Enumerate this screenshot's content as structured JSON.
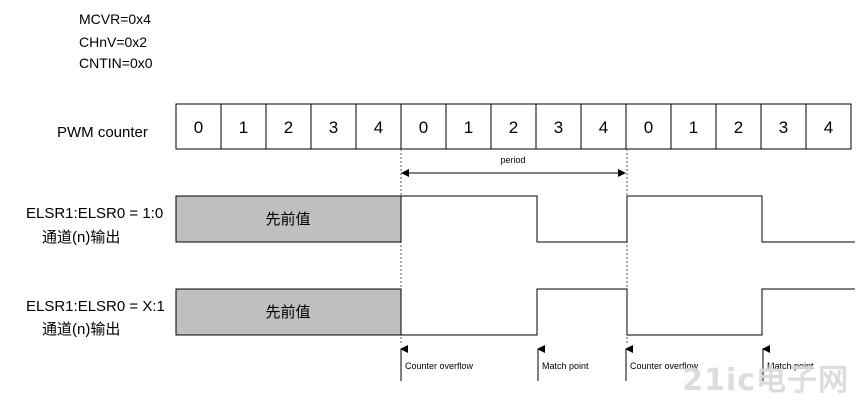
{
  "params": [
    "MCVR=0x4",
    "CHnV=0x2",
    "CNTIN=0x0"
  ],
  "pwm_counter": {
    "label": "PWM counter",
    "values": [
      "0",
      "1",
      "2",
      "3",
      "4",
      "0",
      "1",
      "2",
      "3",
      "4",
      "0",
      "1",
      "2",
      "3",
      "4"
    ]
  },
  "period_label": "period",
  "channels": [
    {
      "label_line1": "ELSR1:ELSR0 = 1:0",
      "label_line2": "通道(n)输出",
      "previous_value_label": "先前值",
      "polarity": "high-true"
    },
    {
      "label_line1": "ELSR1:ELSR0 = X:1",
      "label_line2": "通道(n)输出",
      "previous_value_label": "先前值",
      "polarity": "low-true"
    }
  ],
  "events": [
    {
      "label": "Counter overflow",
      "at_count_index": 5
    },
    {
      "label": "Match point",
      "at_count_index": 8
    },
    {
      "label": "Counter overflow",
      "at_count_index": 10
    },
    {
      "label": "Match point",
      "at_count_index": 13
    }
  ],
  "colors": {
    "line": "#000000",
    "prev_fill": "#bfbfbf",
    "dashed": "#555555"
  },
  "watermark": "21ic电子网"
}
